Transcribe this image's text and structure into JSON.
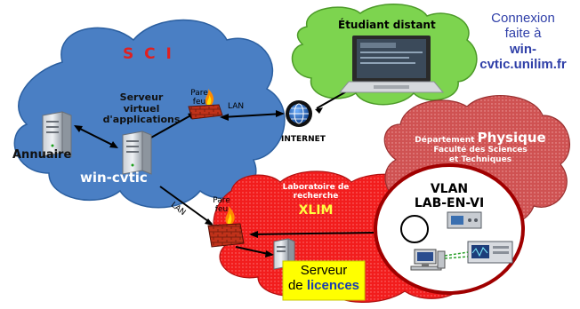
{
  "connection_note": {
    "line1": "Connexion",
    "line2": "faite à",
    "line3": "win-",
    "line4": "cvtic.unilim.fr"
  },
  "remote_student": {
    "title": "Étudiant distant"
  },
  "sci": {
    "title": "S C I",
    "server_line1": "Serveur",
    "server_line2": "virtuel",
    "server_line3": "d'applications",
    "annuaire": "Annuaire",
    "server_name": "win-cvtic"
  },
  "firewall_top": {
    "line1": "Pare",
    "line2": "feu",
    "lan": "LAN"
  },
  "internet": {
    "label": "INTERNET"
  },
  "link_lan": "LAN",
  "physique": {
    "prefix": "Département",
    "word": "Physique",
    "line2": "Faculté des Sciences",
    "line3": "et Techniques"
  },
  "xlim": {
    "line1": "Laboratoire de",
    "line2": "recherche",
    "name": "XLIM"
  },
  "firewall_bottom": {
    "line1": "Pare",
    "line2": "feu"
  },
  "vlan": {
    "line1": "VLAN",
    "line2": "LAB-EN-VI"
  },
  "licence_server": {
    "line1": "Serveur",
    "line2_prefix": "de",
    "line2_word": "licences"
  },
  "colors": {
    "blue_cloud": "#4a7fc4",
    "green_cloud": "#7dd44f",
    "red_cloud": "#f01818",
    "physique_cloud": "#c85a5a",
    "sci_title": "#e02020",
    "note_text": "#2f3fa8",
    "licence_box": "#ffff00"
  }
}
